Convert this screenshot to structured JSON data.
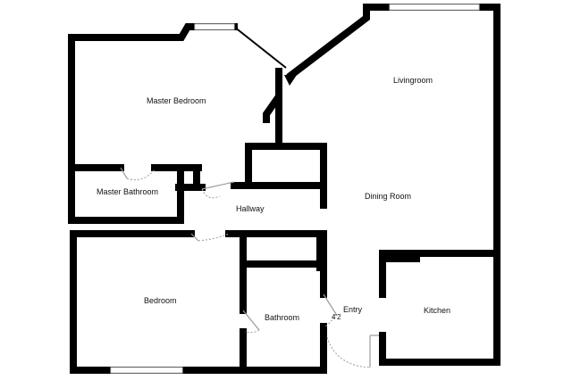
{
  "rooms": {
    "master_bedroom": "Master Bedroom",
    "master_bathroom": "Master Bathroom",
    "livingroom": "Livingroom",
    "dining_room": "Dining Room",
    "hallway": "Hallway",
    "bedroom": "Bedroom",
    "bathroom": "Bathroom",
    "entry": "Entry",
    "kitchen": "Kitchen"
  },
  "dimension_label": "4'2"
}
